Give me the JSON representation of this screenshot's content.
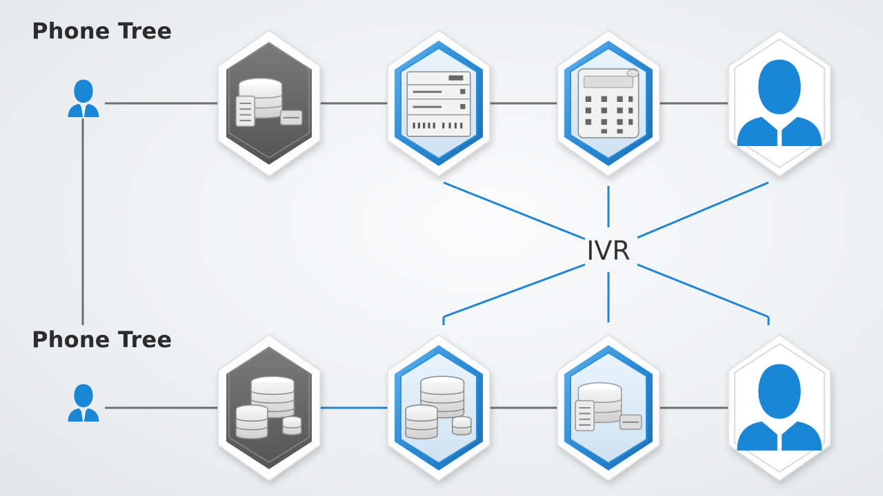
{
  "titles": {
    "top": "Phone Tree",
    "bottom": "Phone Tree"
  },
  "hub": {
    "label": "IVR"
  },
  "colors": {
    "blue": "#1a86d8",
    "gray_line": "#6f6f6f",
    "dark_tile": "#676767",
    "text": "#2c2c2c"
  },
  "rows": [
    {
      "name": "top-row",
      "start_icon": "person-icon",
      "nodes": [
        {
          "style": "gray",
          "icon": "database-icon"
        },
        {
          "style": "blue",
          "icon": "server-rack-icon"
        },
        {
          "style": "blue",
          "icon": "keypad-phone-icon"
        },
        {
          "style": "white",
          "icon": "user-avatar-icon"
        }
      ]
    },
    {
      "name": "bottom-row",
      "start_icon": "person-icon",
      "nodes": [
        {
          "style": "gray",
          "icon": "database-stack-icon"
        },
        {
          "style": "blue",
          "icon": "database-stack-icon"
        },
        {
          "style": "blue",
          "icon": "database-icon"
        },
        {
          "style": "white",
          "icon": "user-avatar-icon"
        }
      ]
    }
  ]
}
